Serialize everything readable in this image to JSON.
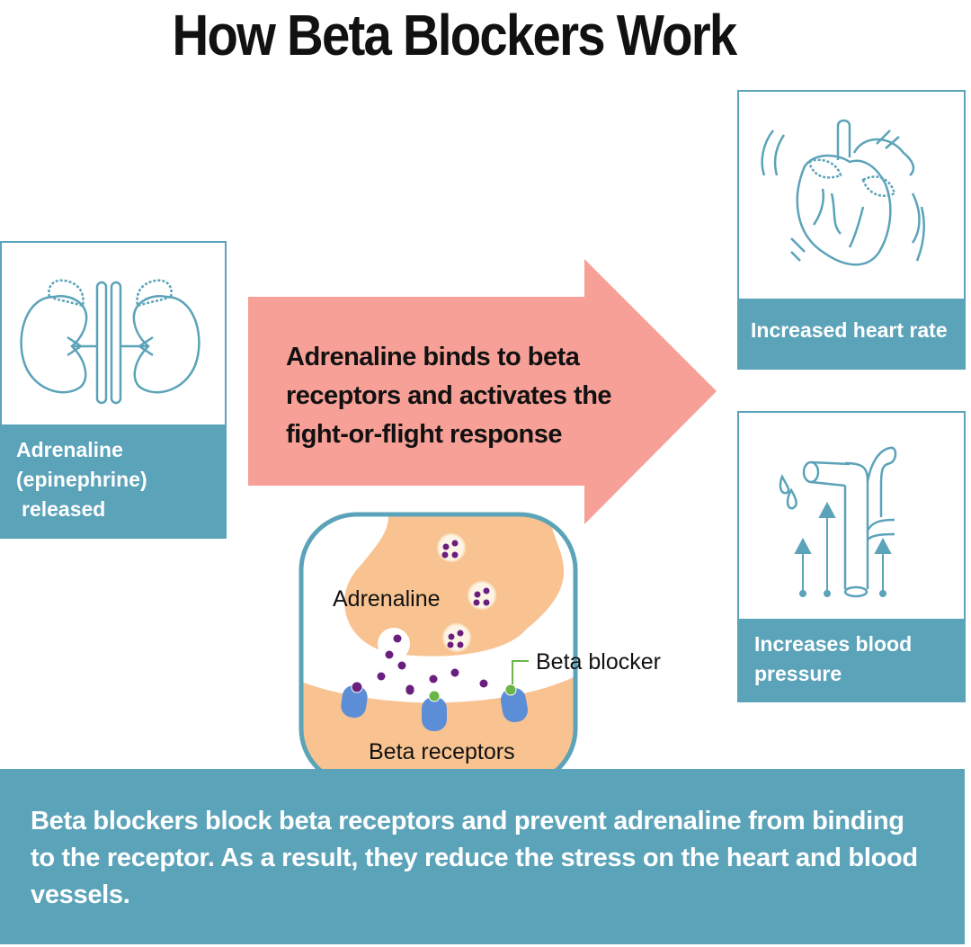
{
  "title": "How Beta Blockers Work",
  "left_card": {
    "label_lines": [
      "Adrenaline",
      "(epinephrine)",
      "released"
    ],
    "icon": "kidneys-adrenal-icon"
  },
  "arrow": {
    "text_lines": [
      "Adrenaline binds to beta",
      "receptors and activates the",
      "fight-or-flight response"
    ]
  },
  "right_cards": [
    {
      "label": "Increased heart rate",
      "icon": "heart-icon"
    },
    {
      "label_lines": [
        "Increases blood",
        "pressure"
      ],
      "icon": "blood-vessel-icon"
    }
  ],
  "synapse": {
    "adrenaline_label": "Adrenaline",
    "blocker_label": "Beta blocker",
    "receptors_label": "Beta receptors"
  },
  "banner": {
    "text": "Beta blockers block beta receptors and prevent adrenaline from binding to the receptor. As a result, they reduce the stress on the heart and blood vessels."
  },
  "colors": {
    "teal": "#5ba3b9",
    "salmon": "#f7a097",
    "peach": "#f8c391",
    "adrenaline": "#6a1f7e",
    "receptor": "#5b8ed6",
    "blocker": "#6ab547"
  }
}
